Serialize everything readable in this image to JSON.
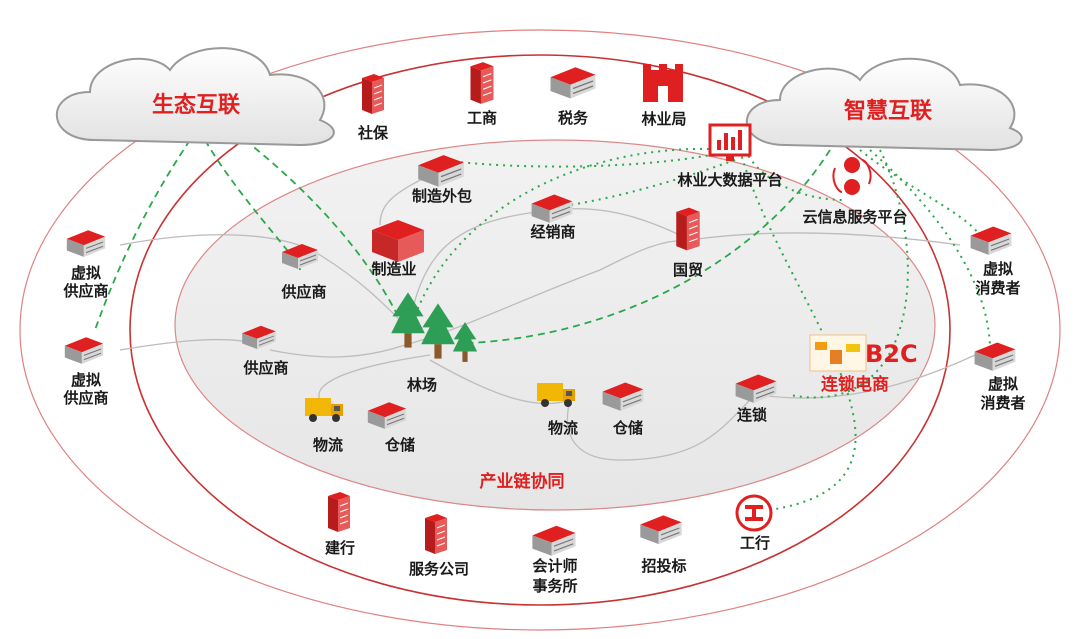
{
  "clouds": {
    "eco": "生态互联",
    "smart": "智慧互联"
  },
  "outer_ring": {
    "shebao": "社保",
    "gongshang": "工商",
    "shuiwu": "税务",
    "linyeju": "林业局",
    "jianhang": "建行",
    "fuwu": "服务公司",
    "kuaiji_1": "会计师",
    "kuaiji_2": "事务所",
    "zhaotoubiao": "招投标",
    "gonghang": "工行"
  },
  "platforms": {
    "bigdata": "林业大数据平台",
    "cloud_info": "云信息服务平台"
  },
  "inner": {
    "waibao": "制造外包",
    "jingxiao": "经销商",
    "zhizao": "制造业",
    "guomao": "国贸",
    "gongying_a": "供应商",
    "gongying_b": "供应商",
    "linchang": "林场",
    "wuliu_a": "物流",
    "cangchu_a": "仓储",
    "wuliu_b": "物流",
    "cangchu_b": "仓储",
    "liansuo": "连锁",
    "b2c": "B2C",
    "dianshang": "连锁电商",
    "chanye": "产业链协同"
  },
  "side": {
    "virt_sup_1a": "虚拟",
    "virt_sup_1b": "供应商",
    "virt_sup_2a": "虚拟",
    "virt_sup_2b": "供应商",
    "virt_con_1a": "虚拟",
    "virt_con_1b": "消费者",
    "virt_con_2a": "虚拟",
    "virt_con_2b": "消费者"
  },
  "colors": {
    "red": "#e02020",
    "green": "#2aa84a",
    "ring": "#d93a3a"
  }
}
